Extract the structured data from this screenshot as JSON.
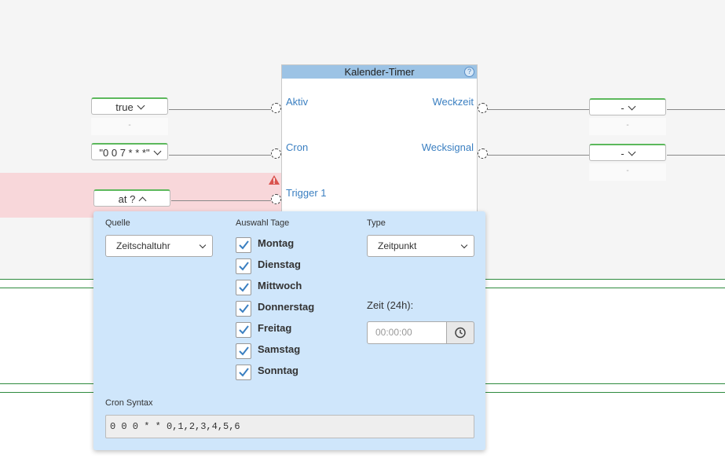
{
  "node": {
    "title": "Kalender-Timer",
    "help_icon": "question-circle-icon",
    "inputs": [
      "Aktiv",
      "Cron",
      "Trigger 1"
    ],
    "outputs": [
      "Weckzeit",
      "Wecksignal"
    ]
  },
  "input_values": {
    "aktiv": "true",
    "cron": "\"0 0 7 * * *\"",
    "trigger": "at ?"
  },
  "output_values": {
    "weckzeit": "-",
    "wecksignal": "-"
  },
  "placeholder_dash": "-",
  "popup": {
    "quelle_label": "Quelle",
    "quelle_value": "Zeitschaltuhr",
    "tage_label": "Auswahl Tage",
    "days": [
      "Montag",
      "Dienstag",
      "Mittwoch",
      "Donnerstag",
      "Freitag",
      "Samstag",
      "Sonntag"
    ],
    "type_label": "Type",
    "type_value": "Zeitpunkt",
    "zeit_label": "Zeit (24h):",
    "zeit_placeholder": "00:00:00",
    "cron_label": "Cron Syntax",
    "cron_value": "0 0 0 * * 0,1,2,3,4,5,6"
  },
  "colors": {
    "accent_green": "#5cb85c",
    "node_header": "#9cc3e5",
    "port_label": "#3a7fc1",
    "error_bg": "#f8d7da",
    "popup_bg": "#cfe6fb"
  }
}
